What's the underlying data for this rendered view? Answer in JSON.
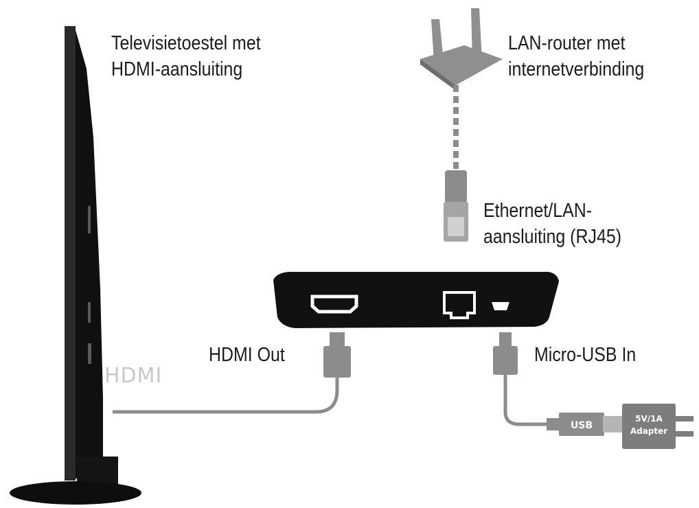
{
  "labels": {
    "tv": [
      "Televisietoestel met",
      "HDMI-aansluiting"
    ],
    "router": [
      "LAN-router met",
      "internetverbinding"
    ],
    "ethernet": [
      "Ethernet/LAN-",
      "aansluiting (RJ45)"
    ],
    "hdmi_out": "HDMI Out",
    "micro_usb_in": "Micro-USB In",
    "tv_hdmi_port": "HDMI"
  },
  "adapter": {
    "usb_plug": "USB",
    "power": [
      "5V/1A",
      "Adapter"
    ]
  },
  "colors": {
    "device": "#111111",
    "cable": "#8c8c8c",
    "router": "#8f8f8f",
    "port_outline": "#ffffff"
  }
}
